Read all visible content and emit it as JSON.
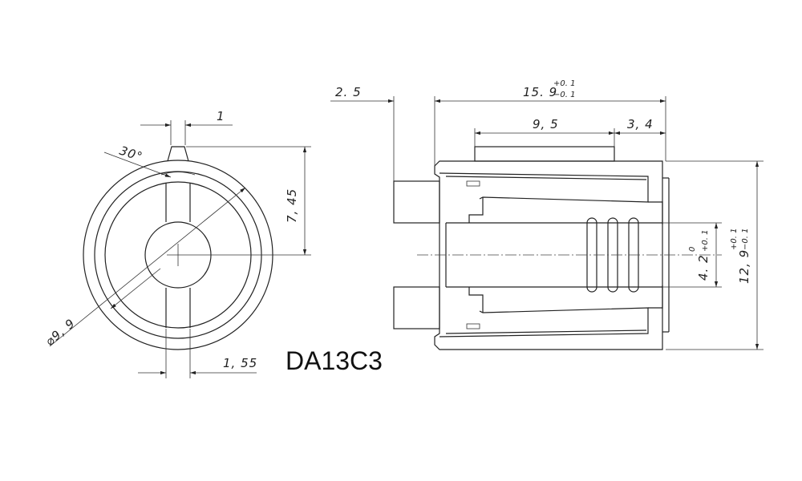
{
  "part_code": "DA13C3",
  "front_view": {
    "pointer_width": "1",
    "pointer_angle": "30°",
    "height_to_tip": "7, 45",
    "outer_diameter": "⌀9, 9",
    "slot_width": "1, 55"
  },
  "side_view": {
    "flange": "2. 5",
    "overall_length": "15. 9",
    "overall_length_tol_upper": "+0. 1",
    "overall_length_tol_lower": "−0. 1",
    "skirt_length": "9, 5",
    "cap_length": "3, 4",
    "bore_diameter": "4. 2",
    "bore_tol_upper": "0",
    "bore_tol_lower": "+0. 1",
    "outer_height": "12, 9",
    "outer_height_tol_upper": "+0. 1",
    "outer_height_tol_lower": "−0. 1"
  }
}
